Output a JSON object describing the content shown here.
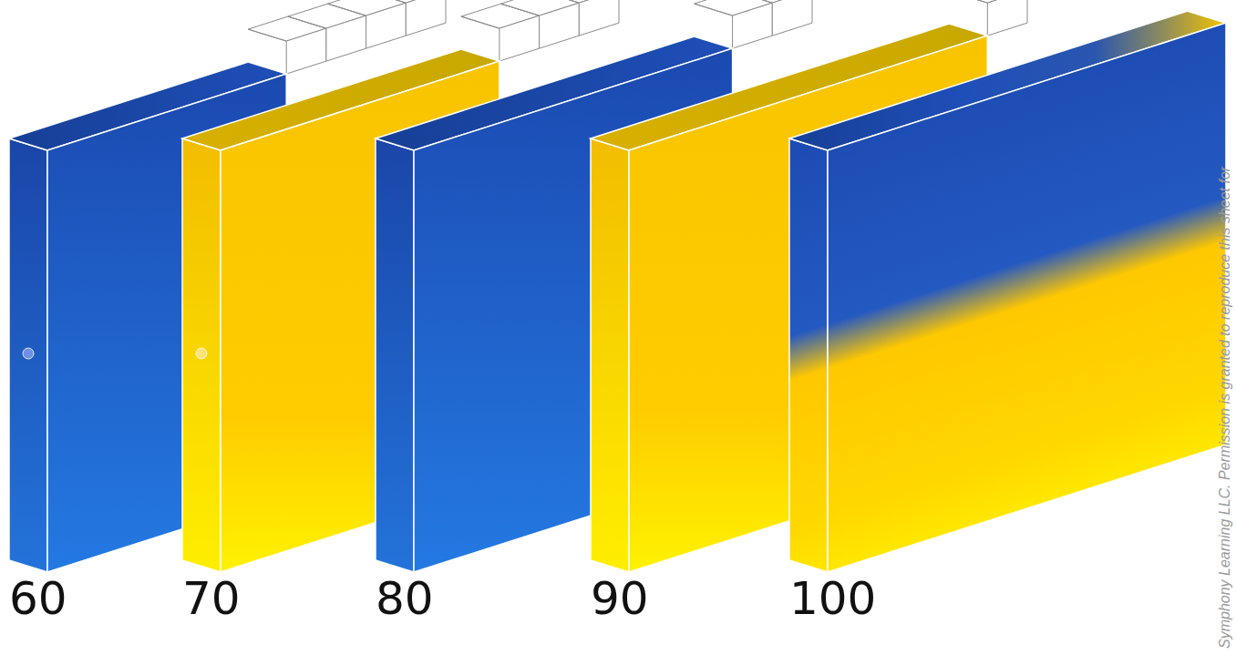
{
  "diagram": {
    "labels": [
      "60",
      "70",
      "80",
      "90",
      "100",
      "Symphony Learning LLC. Permission is granted to reproduce this sheet for"
    ]
  }
}
